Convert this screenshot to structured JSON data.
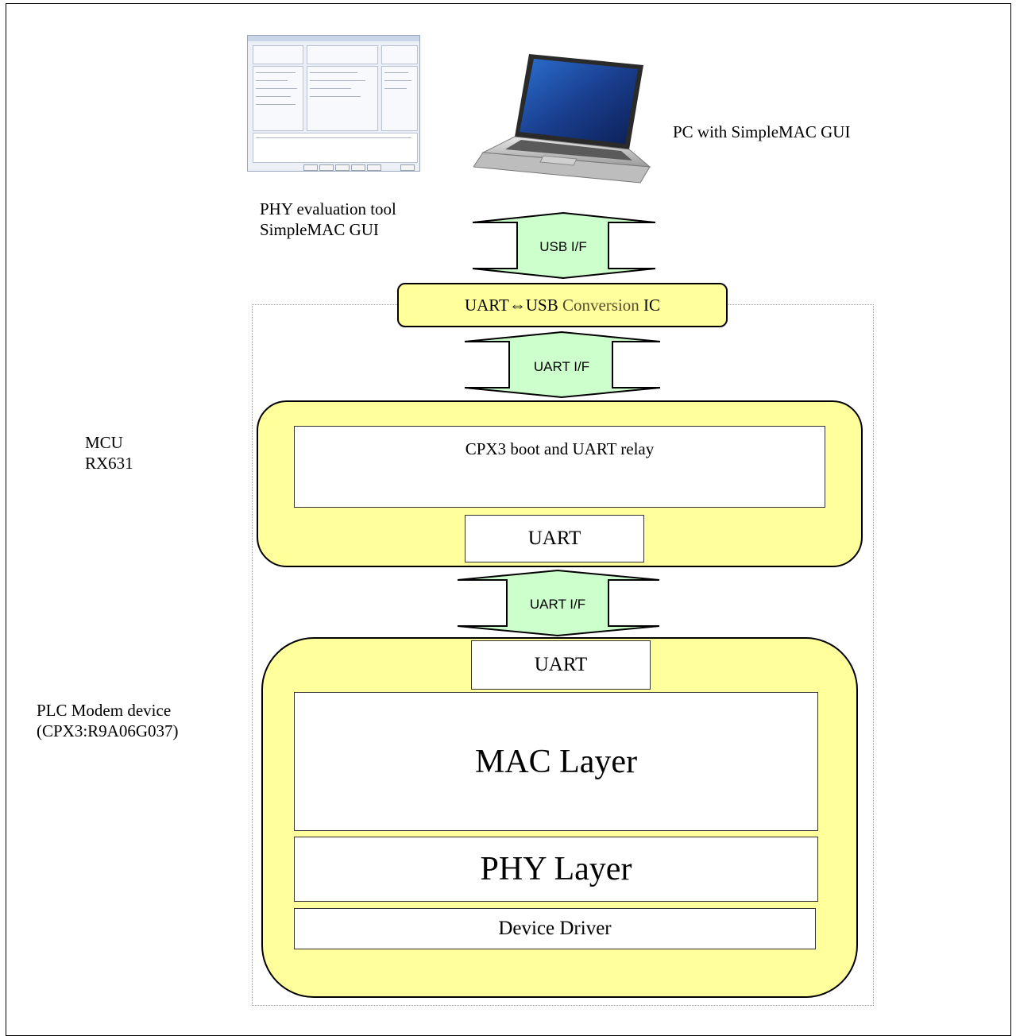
{
  "pc_label": "PC with SimpleMAC GUI",
  "tool_label": [
    "PHY evaluation tool",
    "SimpleMAC GUI"
  ],
  "usb_if": "USB I/F",
  "conversion_ic": {
    "prefix": "UART⇔USB ",
    "middle": "Conversion",
    "suffix": " IC"
  },
  "uart_if_1": "UART I/F",
  "uart_if_2": "UART I/F",
  "mcu_label": [
    "MCU",
    "RX631"
  ],
  "mcu": {
    "relay": "CPX3 boot and UART relay",
    "uart": "UART"
  },
  "plc_label": [
    "PLC Modem device",
    "(CPX3:R9A06G037)"
  ],
  "plc": {
    "uart": "UART",
    "mac": "MAC Layer",
    "phy": "PHY Layer",
    "driver": "Device Driver"
  },
  "colors": {
    "box_fill": "#ffff9b",
    "arrow_fill": "#ccffcc",
    "conversion_middle": "#5a4a2a"
  },
  "icons": [
    "laptop-icon",
    "gui-screenshot-thumbnail"
  ]
}
